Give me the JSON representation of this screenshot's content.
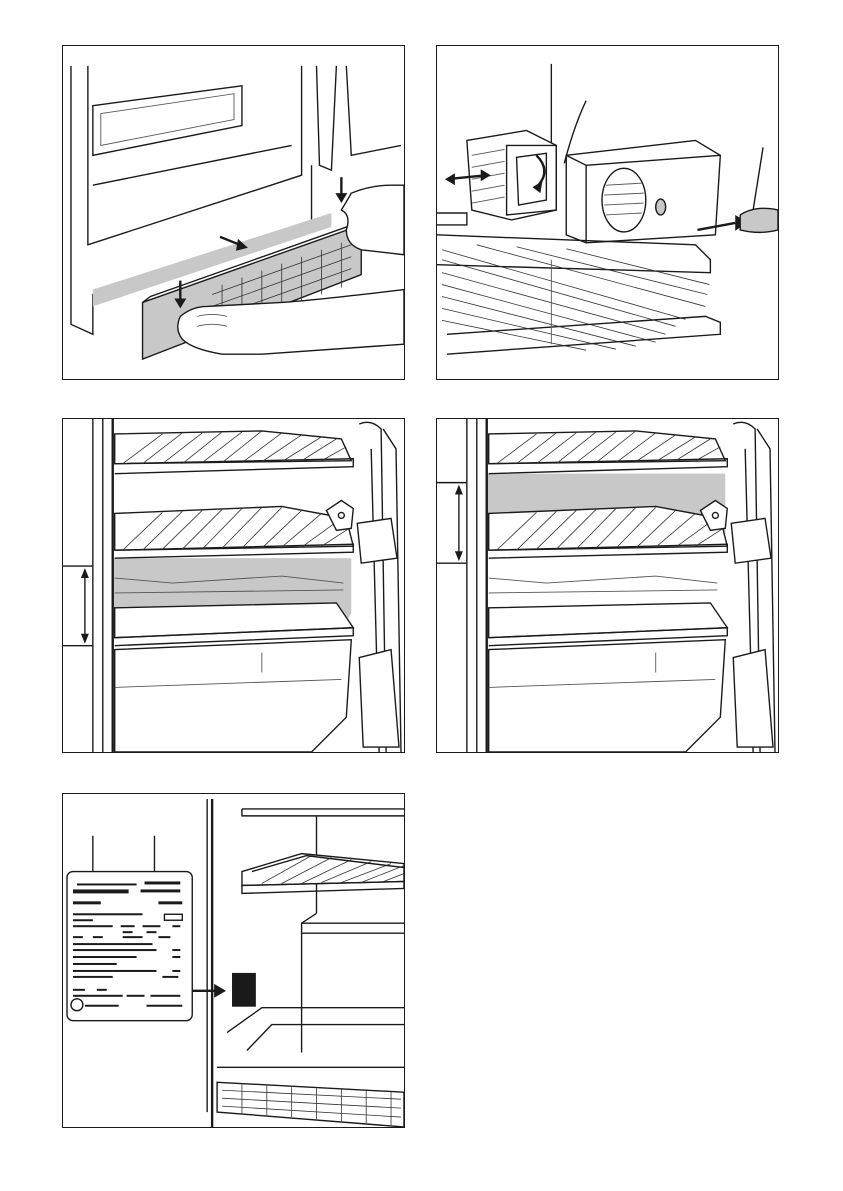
{
  "page": {
    "panels": [
      {
        "id": "grille-removal"
      },
      {
        "id": "temperature-control-removal"
      },
      {
        "id": "shelf-lower-position"
      },
      {
        "id": "shelf-upper-position"
      },
      {
        "id": "rating-plate-location"
      }
    ]
  },
  "colors": {
    "line": "#1a1a1a",
    "shade": "#c8c8c8",
    "background": "#ffffff"
  }
}
